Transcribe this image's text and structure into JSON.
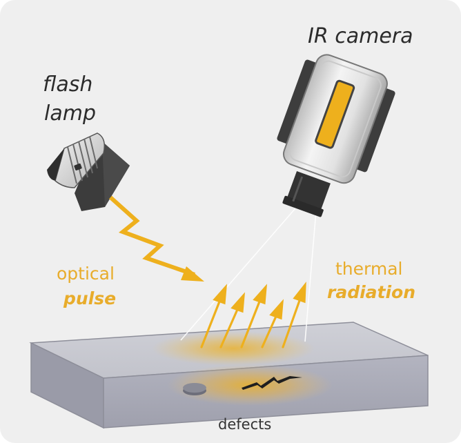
{
  "labels": {
    "ir_camera": "IR camera",
    "flash": "flash",
    "lamp": "lamp",
    "optical": "optical",
    "pulse": "pulse",
    "thermal": "thermal",
    "radiation": "radiation",
    "defects": "defects"
  },
  "colors": {
    "background": "#efefef",
    "accent_orange": "#eeb01d",
    "label_orange": "#e8ac2b",
    "dark_text": "#2b2b2b",
    "device_dark": "#3a3a3a",
    "device_light": "#d9d9d9",
    "sample_top": "#c7c7cf",
    "sample_front": "#a7a8b4"
  },
  "icons": {
    "light_source": "flash-lamp-icon",
    "detector": "ir-camera-icon",
    "excitation": "lightning-pulse-icon",
    "emission": "thermal-arrow-icon",
    "flaw_round": "void-defect-icon",
    "flaw_crack": "crack-defect-icon"
  }
}
